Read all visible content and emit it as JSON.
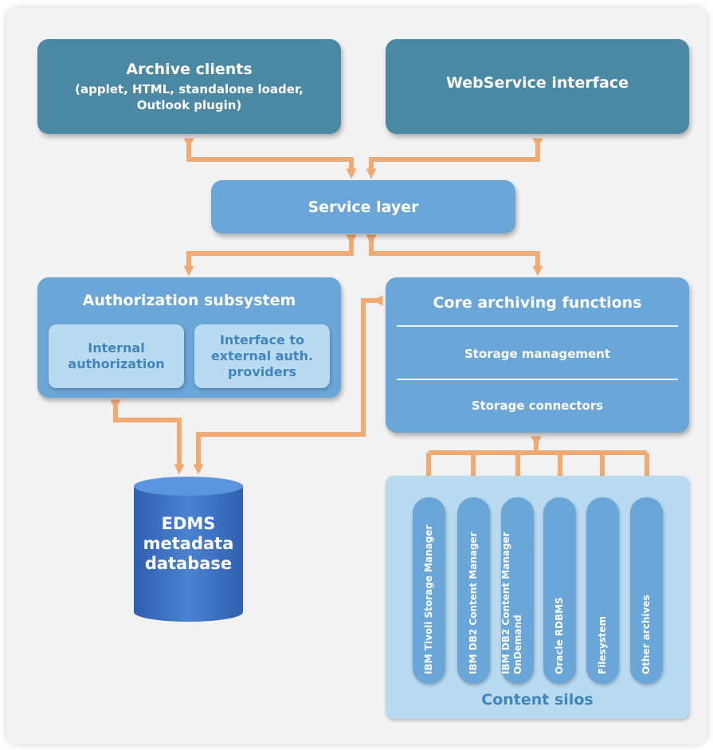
{
  "archive_clients": {
    "title": "Archive clients",
    "subtitle_line1": "(applet, HTML, standalone loader,",
    "subtitle_line2": "Outlook plugin)"
  },
  "webservice": {
    "title": "WebService interface"
  },
  "service_layer": {
    "title": "Service layer"
  },
  "authorization": {
    "title": "Authorization subsystem",
    "internal_line1": "Internal",
    "internal_line2": "authorization",
    "external_line1": "Interface to",
    "external_line2": "external auth.",
    "external_line3": "providers"
  },
  "core": {
    "title": "Core archiving functions",
    "storage_management": "Storage management",
    "storage_connectors": "Storage connectors"
  },
  "database": {
    "line1": "EDMS",
    "line2": "metadata",
    "line3": "database"
  },
  "silos": {
    "label": "Content silos",
    "items": [
      {
        "line1": "IBM Tivoli Storage Manager",
        "line2": ""
      },
      {
        "line1": "IBM DB2 Content Manager",
        "line2": ""
      },
      {
        "line1": "IBM DB2 Content Manager",
        "line2": "OnDemand"
      },
      {
        "line1": "Oracle RDBMS",
        "line2": ""
      },
      {
        "line1": "Filesystem",
        "line2": ""
      },
      {
        "line1": "Other archives",
        "line2": ""
      }
    ]
  },
  "colors": {
    "dark_box": "#4a88a4",
    "mid_box": "#6aa6d8",
    "light_box": "#b9daf1",
    "arrow": "#f0aa72",
    "database": "#3a6fc4"
  }
}
